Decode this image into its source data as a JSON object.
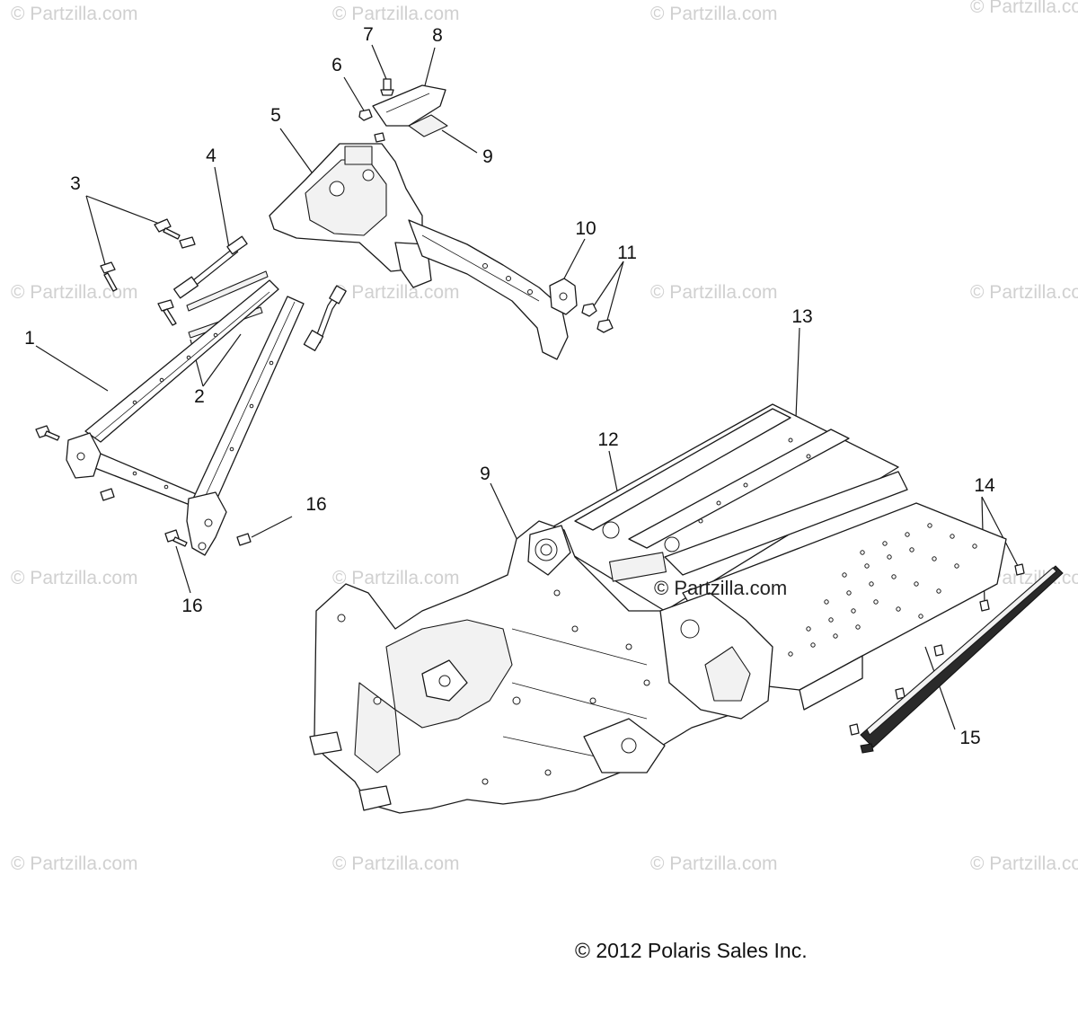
{
  "watermark_text": "© Partzilla.com",
  "inline_watermark": "© Partzilla.com",
  "copyright": "© 2012 Polaris Sales Inc.",
  "callouts": [
    {
      "id": "c8",
      "label": "8"
    },
    {
      "id": "c7",
      "label": "7"
    },
    {
      "id": "c6",
      "label": "6"
    },
    {
      "id": "c9a",
      "label": "9"
    },
    {
      "id": "c5",
      "label": "5"
    },
    {
      "id": "c4",
      "label": "4"
    },
    {
      "id": "c3",
      "label": "3"
    },
    {
      "id": "c10",
      "label": "10"
    },
    {
      "id": "c11",
      "label": "11"
    },
    {
      "id": "c13",
      "label": "13"
    },
    {
      "id": "c1",
      "label": "1"
    },
    {
      "id": "c2",
      "label": "2"
    },
    {
      "id": "c12",
      "label": "12"
    },
    {
      "id": "c9b",
      "label": "9"
    },
    {
      "id": "c14",
      "label": "14"
    },
    {
      "id": "c16a",
      "label": "16"
    },
    {
      "id": "c16b",
      "label": "16"
    },
    {
      "id": "c15",
      "label": "15"
    }
  ]
}
